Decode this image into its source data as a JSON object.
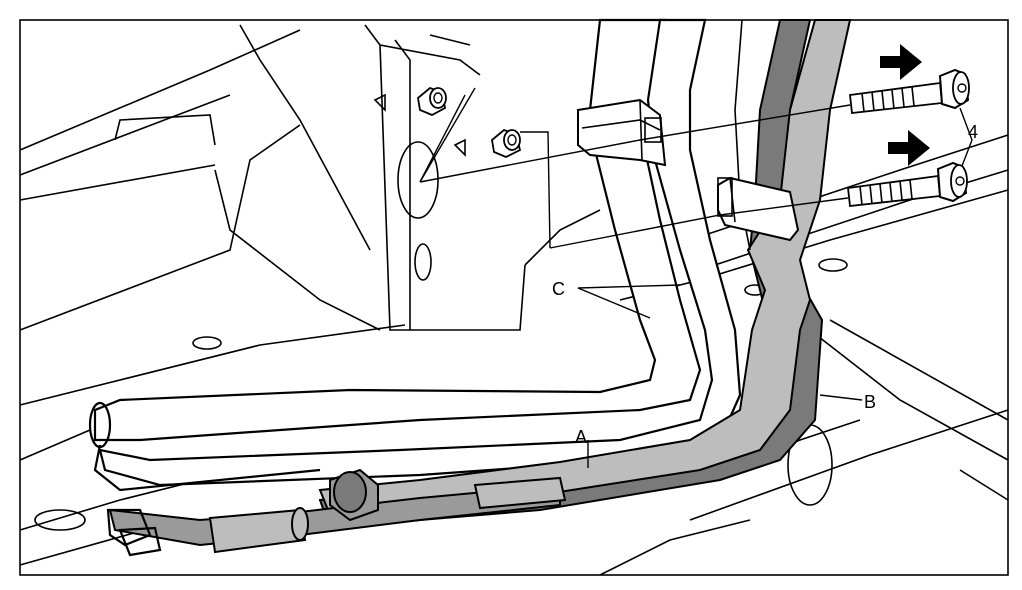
{
  "labels": {
    "a": "A",
    "b": "B",
    "c": "C",
    "bolt": "4"
  },
  "colors": {
    "background": "#ffffff",
    "line": "#000000",
    "pipe_fill": "#ffffff",
    "hose_light": "#bdbdbd",
    "hose_dark": "#7a7a7a",
    "insulation": "#9a9a9a"
  },
  "icons": {
    "arrow": "arrow-right-icon",
    "bolt": "bolt-icon",
    "nut": "nut-icon"
  }
}
